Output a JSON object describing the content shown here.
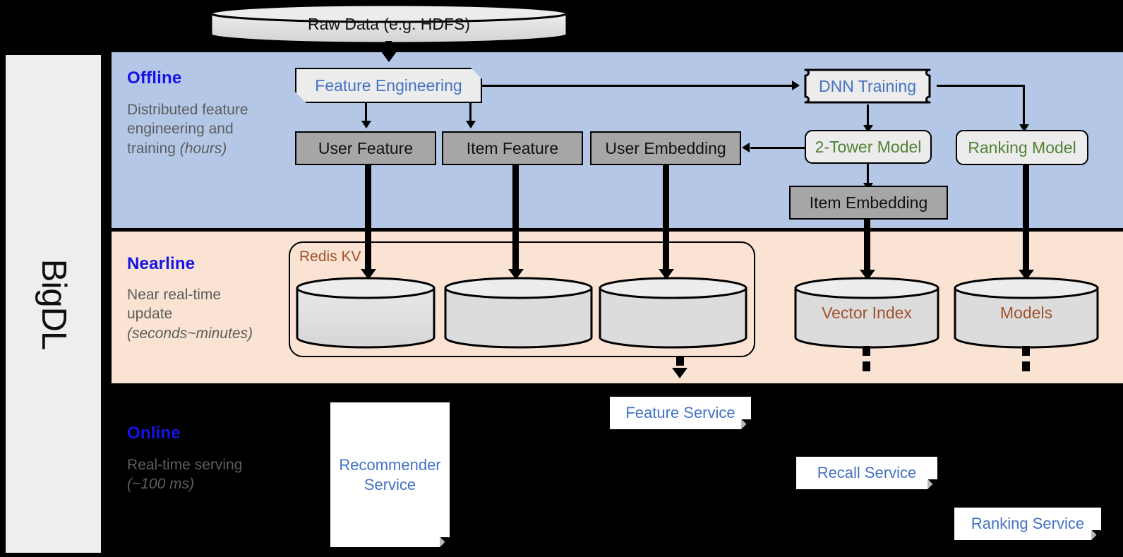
{
  "sidebar": {
    "label": "BigDL"
  },
  "bands": [
    {
      "id": "offline",
      "title": "Offline",
      "subtitle_main": "Distributed feature engineering and training ",
      "subtitle_italic": "(hours)"
    },
    {
      "id": "nearline",
      "title": "Nearline",
      "subtitle_main": "Near real-time update ",
      "subtitle_italic": "(seconds~minutes)"
    },
    {
      "id": "online",
      "title": "Online",
      "subtitle_main": "Real-time serving ",
      "subtitle_italic": "(~100 ms)"
    }
  ],
  "source": {
    "raw_data": "Raw Data (e.g. HDFS)"
  },
  "offline": {
    "feature_engineering": "Feature Engineering",
    "dnn_training": "DNN Training",
    "user_feature": "User Feature",
    "item_feature": "Item Feature",
    "user_embedding": "User Embedding",
    "two_tower_model": "2-Tower Model",
    "ranking_model": "Ranking Model",
    "item_embedding": "Item Embedding"
  },
  "nearline": {
    "redis_kv": "Redis KV",
    "store_user_feature": "",
    "store_item_feature": "",
    "store_user_embedding": "",
    "vector_index": "Vector Index",
    "models": "Models"
  },
  "online": {
    "recommender_service": "Recommender Service",
    "feature_service": "Feature Service",
    "recall_service": "Recall Service",
    "ranking_service": "Ranking Service"
  },
  "colors": {
    "offline_band": "#b4c7e7",
    "nearline_band": "#fae3d3",
    "band_title": "#1414e6",
    "band_subtitle": "#5d5d5d",
    "process_text": "#4472c4",
    "model_text": "#548235",
    "store_text": "#a0522d",
    "data_box": "#a6a6a6",
    "sidebar": "#eeeeee",
    "background": "#000000"
  }
}
